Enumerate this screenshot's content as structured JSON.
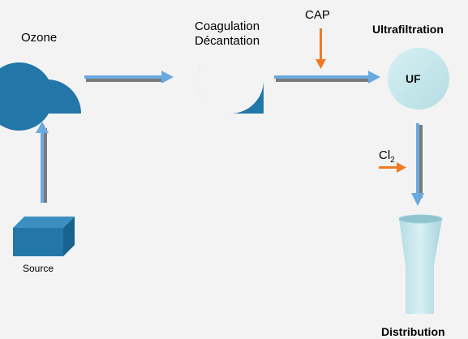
{
  "diagram": {
    "nodes": {
      "ozone": {
        "label": "Ozone"
      },
      "coagulation": {
        "label_line1": "Coagulation",
        "label_line2": "Décantation"
      },
      "ultrafiltration": {
        "label": "Ultrafiltration",
        "inner_label": "UF"
      },
      "source": {
        "label": "Source"
      },
      "distribution": {
        "label": "Distribution"
      }
    },
    "dosing": {
      "cap": {
        "label": "CAP"
      },
      "chlorine": {
        "label": "Cl",
        "subscript": "2"
      }
    },
    "edges": [
      {
        "from": "source",
        "to": "ozone"
      },
      {
        "from": "ozone",
        "to": "coagulation"
      },
      {
        "from": "coagulation",
        "to": "ultrafiltration"
      },
      {
        "from": "ultrafiltration",
        "to": "distribution"
      },
      {
        "from": "cap",
        "to": "coagulation-ultrafiltration-line"
      },
      {
        "from": "chlorine",
        "to": "ultrafiltration-distribution-line"
      }
    ],
    "colors": {
      "background": "#f3f3f3",
      "vessel_blue": "#2277a8",
      "uf_fill": "#c3e6ea",
      "flow_arrow": "#6aa9df",
      "dosing_arrow": "#f07a23",
      "arrow_shadow": "#7a7a7a"
    }
  }
}
